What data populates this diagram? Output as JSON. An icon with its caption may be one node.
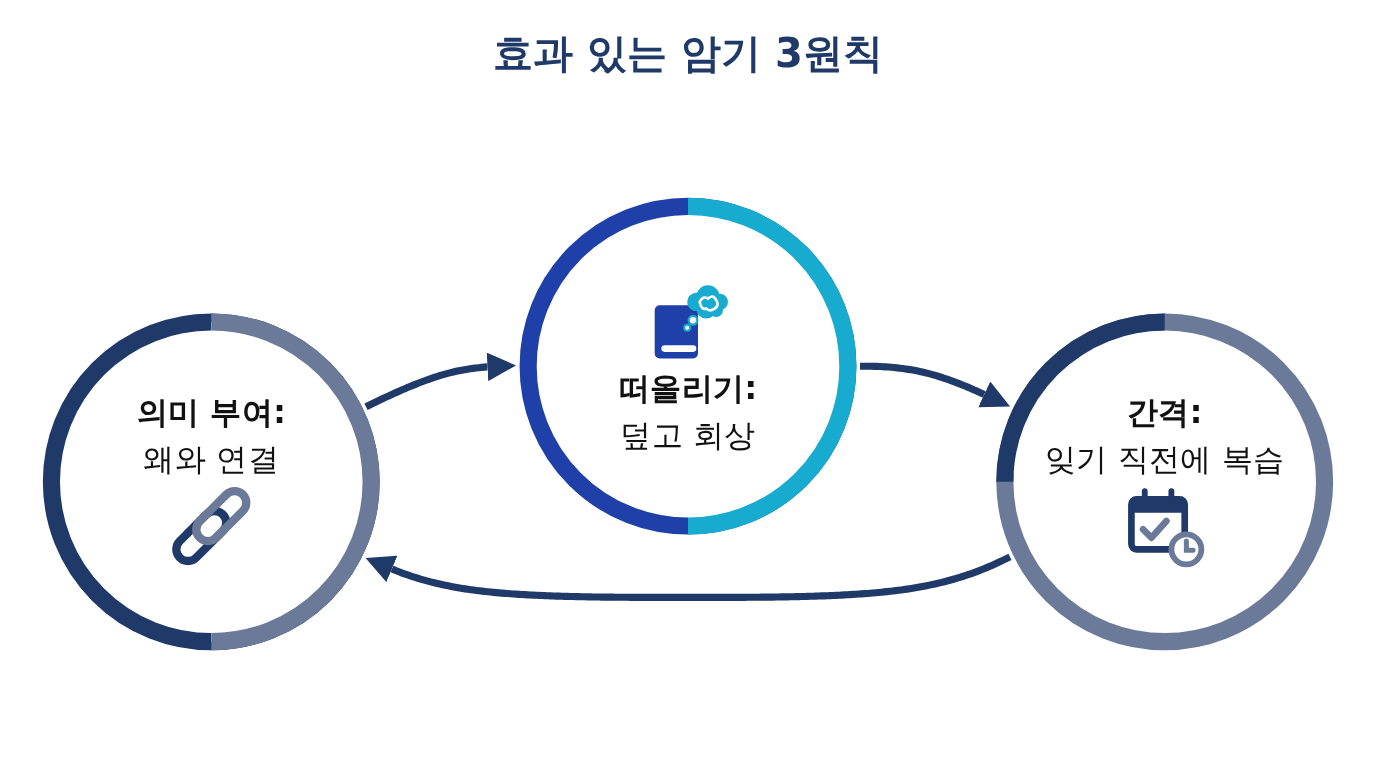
{
  "diagram": {
    "title": "효과 있는 암기 3원칙",
    "nodes": [
      {
        "text": [
          "의미 부여:",
          "왜와 연결"
        ]
      },
      {
        "text": [
          "떠올리기:",
          "덮고 회상"
        ]
      },
      {
        "text": [
          "간격:",
          "잊기 직전에 복습"
        ]
      }
    ],
    "edges": [
      {
        "from": 0,
        "to": 1,
        "arrow": "to"
      },
      {
        "from": 1,
        "to": 2,
        "arrow": "to"
      },
      {
        "from": 2,
        "to": 0,
        "arrow": "to"
      }
    ]
  }
}
